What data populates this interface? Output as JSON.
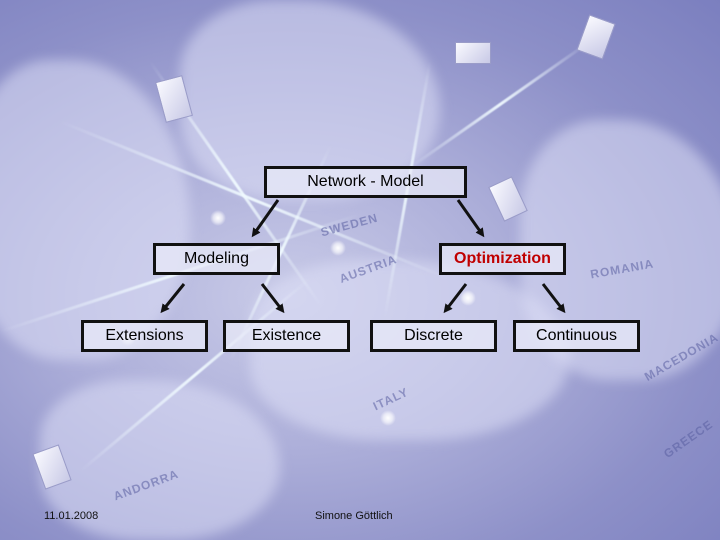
{
  "diagram": {
    "root": "Network - Model",
    "modeling": "Modeling",
    "optimization": "Optimization",
    "extensions": "Extensions",
    "existence": "Existence",
    "discrete": "Discrete",
    "continuous": "Continuous"
  },
  "footer": {
    "date": "11.01.2008",
    "author": "Simone Göttlich"
  },
  "map_labels": [
    "AUSTRIA",
    "ITALY",
    "ANDORRA",
    "MACEDONIA",
    "GREECE",
    "SWEDEN",
    "ROMANIA"
  ],
  "colors": {
    "accent_red": "#c00000",
    "node_border": "#111111"
  }
}
